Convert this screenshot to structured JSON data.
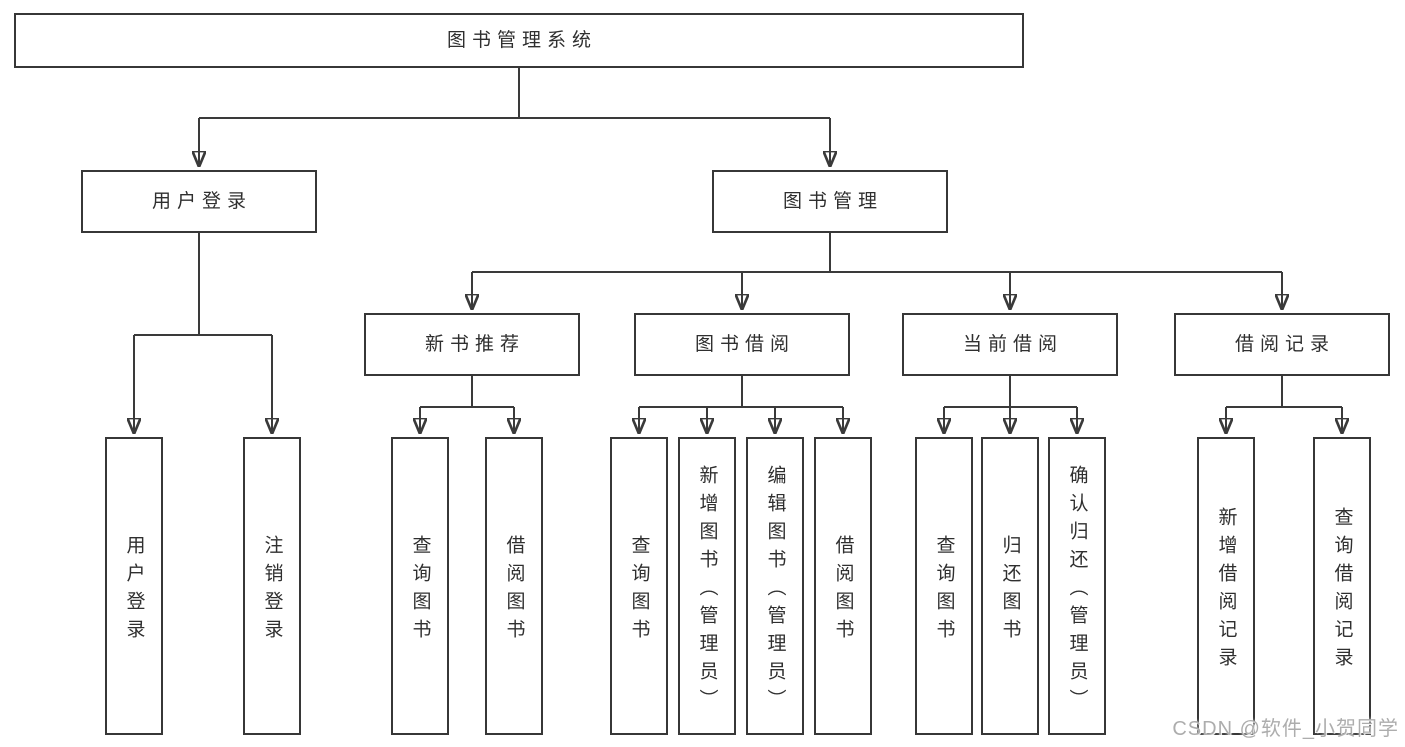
{
  "diagram": {
    "type": "tree",
    "root": {
      "label": "图书管理系统"
    },
    "level2": [
      {
        "label": "用户登录"
      },
      {
        "label": "图书管理"
      }
    ],
    "level3": [
      {
        "label": "新书推荐"
      },
      {
        "label": "图书借阅"
      },
      {
        "label": "当前借阅"
      },
      {
        "label": "借阅记录"
      }
    ],
    "leaves": [
      {
        "label": "用户登录"
      },
      {
        "label": "注销登录"
      },
      {
        "label": "查询图书"
      },
      {
        "label": "借阅图书"
      },
      {
        "label": "查询图书"
      },
      {
        "label": "新增图书（管理员）"
      },
      {
        "label": "编辑图书（管理员）"
      },
      {
        "label": "借阅图书"
      },
      {
        "label": "查询图书"
      },
      {
        "label": "归还图书"
      },
      {
        "label": "确认归还（管理员）"
      },
      {
        "label": "新增借阅记录"
      },
      {
        "label": "查询借阅记录"
      }
    ],
    "edges": [
      [
        "图书管理系统",
        "用户登录"
      ],
      [
        "图书管理系统",
        "图书管理"
      ],
      [
        "用户登录",
        "用户登录(叶)"
      ],
      [
        "用户登录",
        "注销登录"
      ],
      [
        "图书管理",
        "新书推荐"
      ],
      [
        "图书管理",
        "图书借阅"
      ],
      [
        "图书管理",
        "当前借阅"
      ],
      [
        "图书管理",
        "借阅记录"
      ],
      [
        "新书推荐",
        "查询图书"
      ],
      [
        "新书推荐",
        "借阅图书"
      ],
      [
        "图书借阅",
        "查询图书"
      ],
      [
        "图书借阅",
        "新增图书（管理员）"
      ],
      [
        "图书借阅",
        "编辑图书（管理员）"
      ],
      [
        "图书借阅",
        "借阅图书"
      ],
      [
        "当前借阅",
        "查询图书"
      ],
      [
        "当前借阅",
        "归还图书"
      ],
      [
        "当前借阅",
        "确认归还（管理员）"
      ],
      [
        "借阅记录",
        "新增借阅记录"
      ],
      [
        "借阅记录",
        "查询借阅记录"
      ]
    ]
  },
  "watermark": {
    "text": "CSDN @软件_小贺同学"
  },
  "colors": {
    "line": "#3a3a3a",
    "node_border": "#373737",
    "text": "#2f2f2f",
    "background": "#ffffff",
    "watermark": "#adadad"
  }
}
